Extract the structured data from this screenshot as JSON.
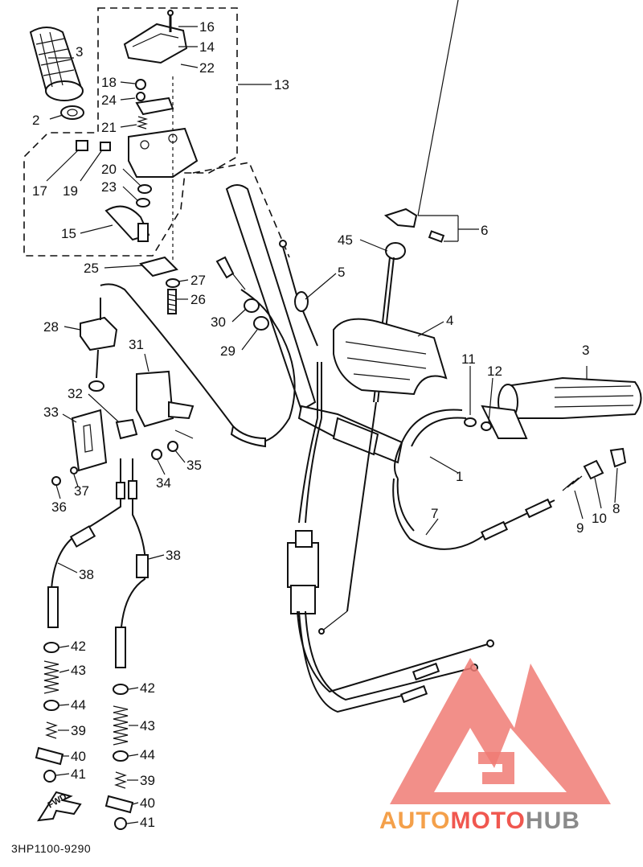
{
  "diagram": {
    "part_code": "3HP1100-9290",
    "fwd_label": "FWD",
    "callouts": [
      "16",
      "14",
      "22",
      "13",
      "3",
      "18",
      "24",
      "2",
      "21",
      "17",
      "19",
      "20",
      "23",
      "15",
      "25",
      "27",
      "26",
      "28",
      "30",
      "29",
      "5",
      "45",
      "6",
      "4",
      "31",
      "32",
      "33",
      "35",
      "34",
      "37",
      "36",
      "3",
      "11",
      "12",
      "1",
      "7",
      "9",
      "10",
      "8",
      "38",
      "38",
      "42",
      "43",
      "44",
      "39",
      "40",
      "41",
      "42",
      "43",
      "44",
      "39",
      "40",
      "41"
    ]
  },
  "watermark": {
    "brand_auto": "AUTO",
    "brand_moto": "MOTO",
    "brand_hub": "HUB",
    "colors": {
      "auto": "#f4a04a",
      "moto": "#f0574f",
      "hub": "#8a8a8a",
      "logo": "#f07b74"
    }
  }
}
